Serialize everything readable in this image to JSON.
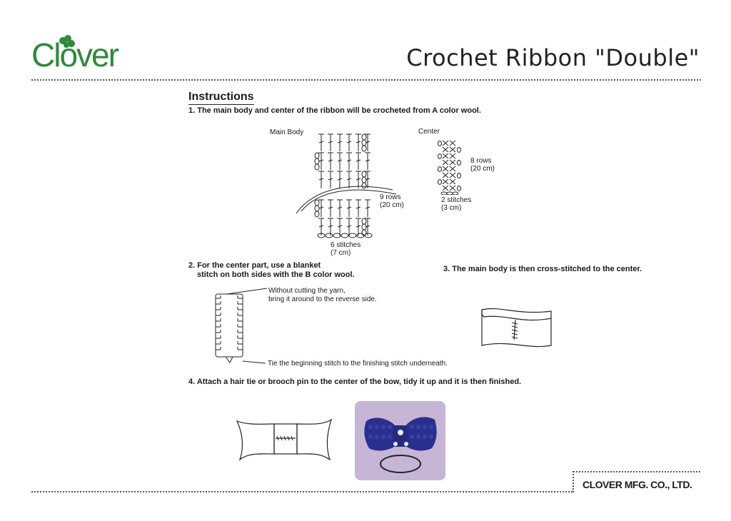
{
  "brand": {
    "logo_text": "Clover",
    "company": "CLOVER MFG. CO., LTD.",
    "color": "#2f8a3c"
  },
  "page": {
    "title": "Crochet Ribbon \"Double\""
  },
  "instructions": {
    "heading": "Instructions",
    "step1": "1. The main body and center of the ribbon will be crocheted from A color wool.",
    "step2_line1": "2. For the center part, use a blanket",
    "step2_line2": "stitch on both sides with the B color wool.",
    "step3": "3. The main body is then cross-stitched to the center.",
    "step4": "4. Attach a hair tie or brooch pin to the center of the bow, tidy it up and it is then finished."
  },
  "diagram_main": {
    "label": "Main Body",
    "rows_line1": "9 rows",
    "rows_line2": "(20 cm)",
    "stitches_line1": "6 stitches",
    "stitches_line2": "(7 cm)"
  },
  "diagram_center": {
    "label": "Center",
    "rows_line1": "8 rows",
    "rows_line2": "(20 cm)",
    "stitches_line1": "2 stitches",
    "stitches_line2": "(3 cm)"
  },
  "step2_notes": {
    "note1_line1": "Without cutting the yarn,",
    "note1_line2": "bring it around to the reverse side.",
    "note2": "Tie the beginning stitch to the finishing stitch underneath."
  },
  "photo": {
    "background_color": "#c7b5d6",
    "yarn_color": "#2a2f8f"
  }
}
